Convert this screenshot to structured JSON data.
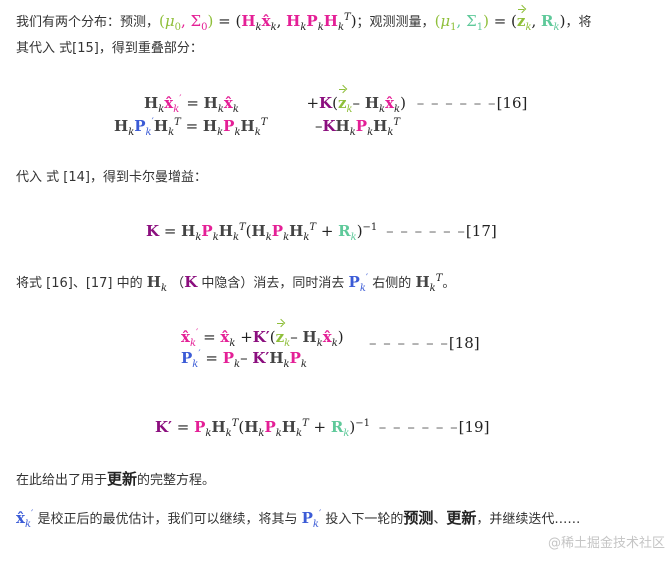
{
  "para1": {
    "t1": "我们有两个分布：预测，",
    "t2": "；观测测量，",
    "t3": "，将",
    "t4": "其代入 式[15]，得到重叠部分："
  },
  "eq16": {
    "label": "[16]"
  },
  "para2": {
    "text": "代入 式 [14]，得到卡尔曼增益："
  },
  "eq17": {
    "label": "[17]"
  },
  "para3": {
    "t1": "将式 [16]、[17] 中的",
    "t2": "（",
    "t3": "中隐含）消去，同时消去",
    "t4": "右侧的"
  },
  "eq18": {
    "label": "[18]"
  },
  "eq19": {
    "label": "[19]"
  },
  "para4": {
    "t1": "在此给出了用于",
    "bold": "更新",
    "t2": "的完整方程。"
  },
  "para5": {
    "t1": "是校正后的最优估计，我们可以继续，将其与",
    "t2": "投入下一轮的",
    "b1": "预测",
    "sep": "、",
    "b2": "更新",
    "t3": "，并继续迭代……"
  },
  "dashes": "– – – – – –",
  "watermark": "@稀土掘金技术社区"
}
